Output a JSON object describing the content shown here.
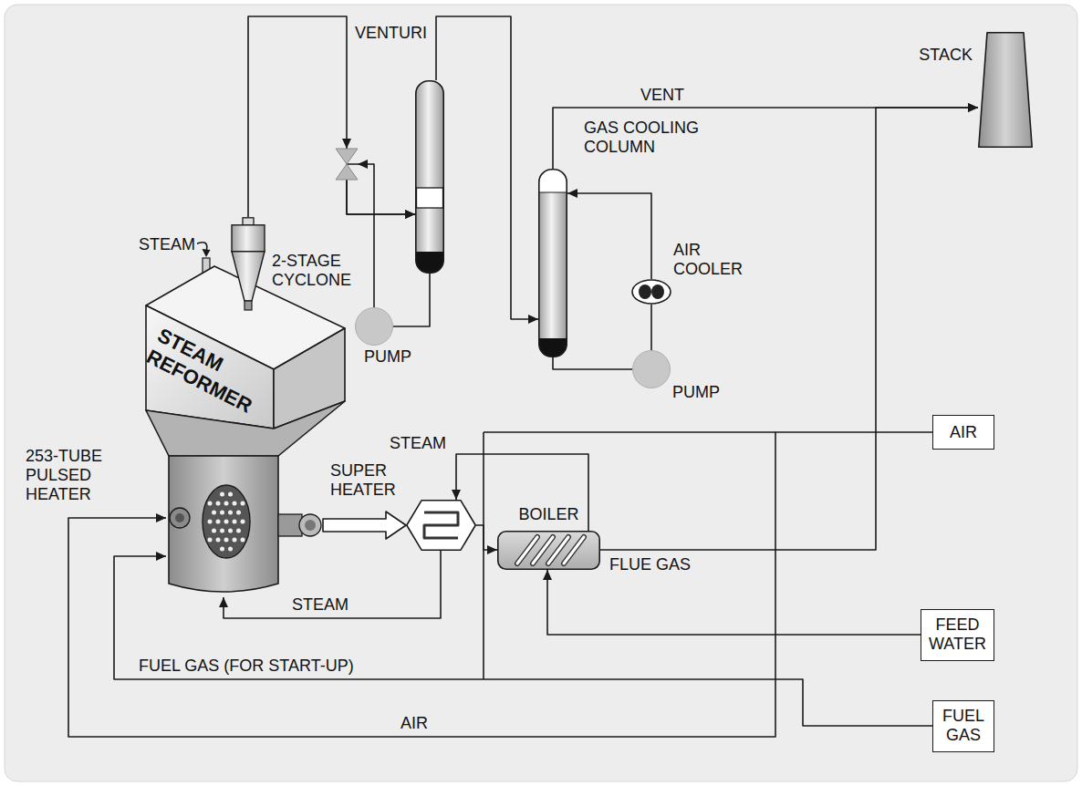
{
  "diagram": {
    "nodes": [
      {
        "text": [
          "VENTURI"
        ]
      },
      {
        "text": [
          "STACK"
        ]
      },
      {
        "text": [
          "GAS COOLING COLUMN"
        ]
      },
      {
        "text": [
          "AIR COOLER"
        ]
      },
      {
        "text": [
          "STEAM REFORMER"
        ]
      },
      {
        "text": [
          "2-STAGE CYCLONE"
        ],
        "in": 4
      },
      {
        "text": [
          "PUMP"
        ]
      },
      {
        "text": [
          "PUMP"
        ]
      },
      {
        "text": [
          "AIR"
        ]
      },
      {
        "text": [
          "SUPER HEATER"
        ]
      },
      {
        "text": [
          "BOILER"
        ]
      },
      {
        "text": [
          "253-TUBE PULSED HEATER"
        ],
        "in": 4
      },
      {
        "text": [
          "FEED WATER"
        ]
      },
      {
        "text": [
          "FUEL GAS"
        ]
      }
    ],
    "edges": [
      {
        "from": 5,
        "to": 0,
        "arrow": "to"
      },
      {
        "from": 0,
        "to": 6,
        "arrow": "none"
      },
      {
        "from": 6,
        "to": 0,
        "arrow": "to"
      },
      {
        "from": 0,
        "to": 2,
        "arrow": "to"
      },
      {
        "from": 2,
        "to": 1,
        "label": "VENT",
        "arrow": "to"
      },
      {
        "from": 2,
        "to": 7,
        "arrow": "none"
      },
      {
        "from": 7,
        "to": 3,
        "arrow": "none"
      },
      {
        "from": 3,
        "to": 2,
        "arrow": "to"
      },
      {
        "from": 11,
        "to": 9,
        "arrow": "to"
      },
      {
        "from": 9,
        "to": 4,
        "label": "STEAM",
        "arrow": "to"
      },
      {
        "from": 10,
        "to": 9,
        "label": "STEAM",
        "arrow": "to"
      },
      {
        "from": 9,
        "to": 10,
        "arrow": "to"
      },
      {
        "from": 10,
        "to": 1,
        "label": "FLUE GAS",
        "arrow": "to"
      },
      {
        "from": 8,
        "to": 11,
        "label": "AIR",
        "arrow": "to"
      },
      {
        "from": 12,
        "to": 10,
        "arrow": "to"
      },
      {
        "from": 13,
        "to": 11,
        "label": "FUEL GAS (FOR START-UP)",
        "arrow": "to"
      }
    ],
    "labels": [
      "STEAM"
    ]
  }
}
